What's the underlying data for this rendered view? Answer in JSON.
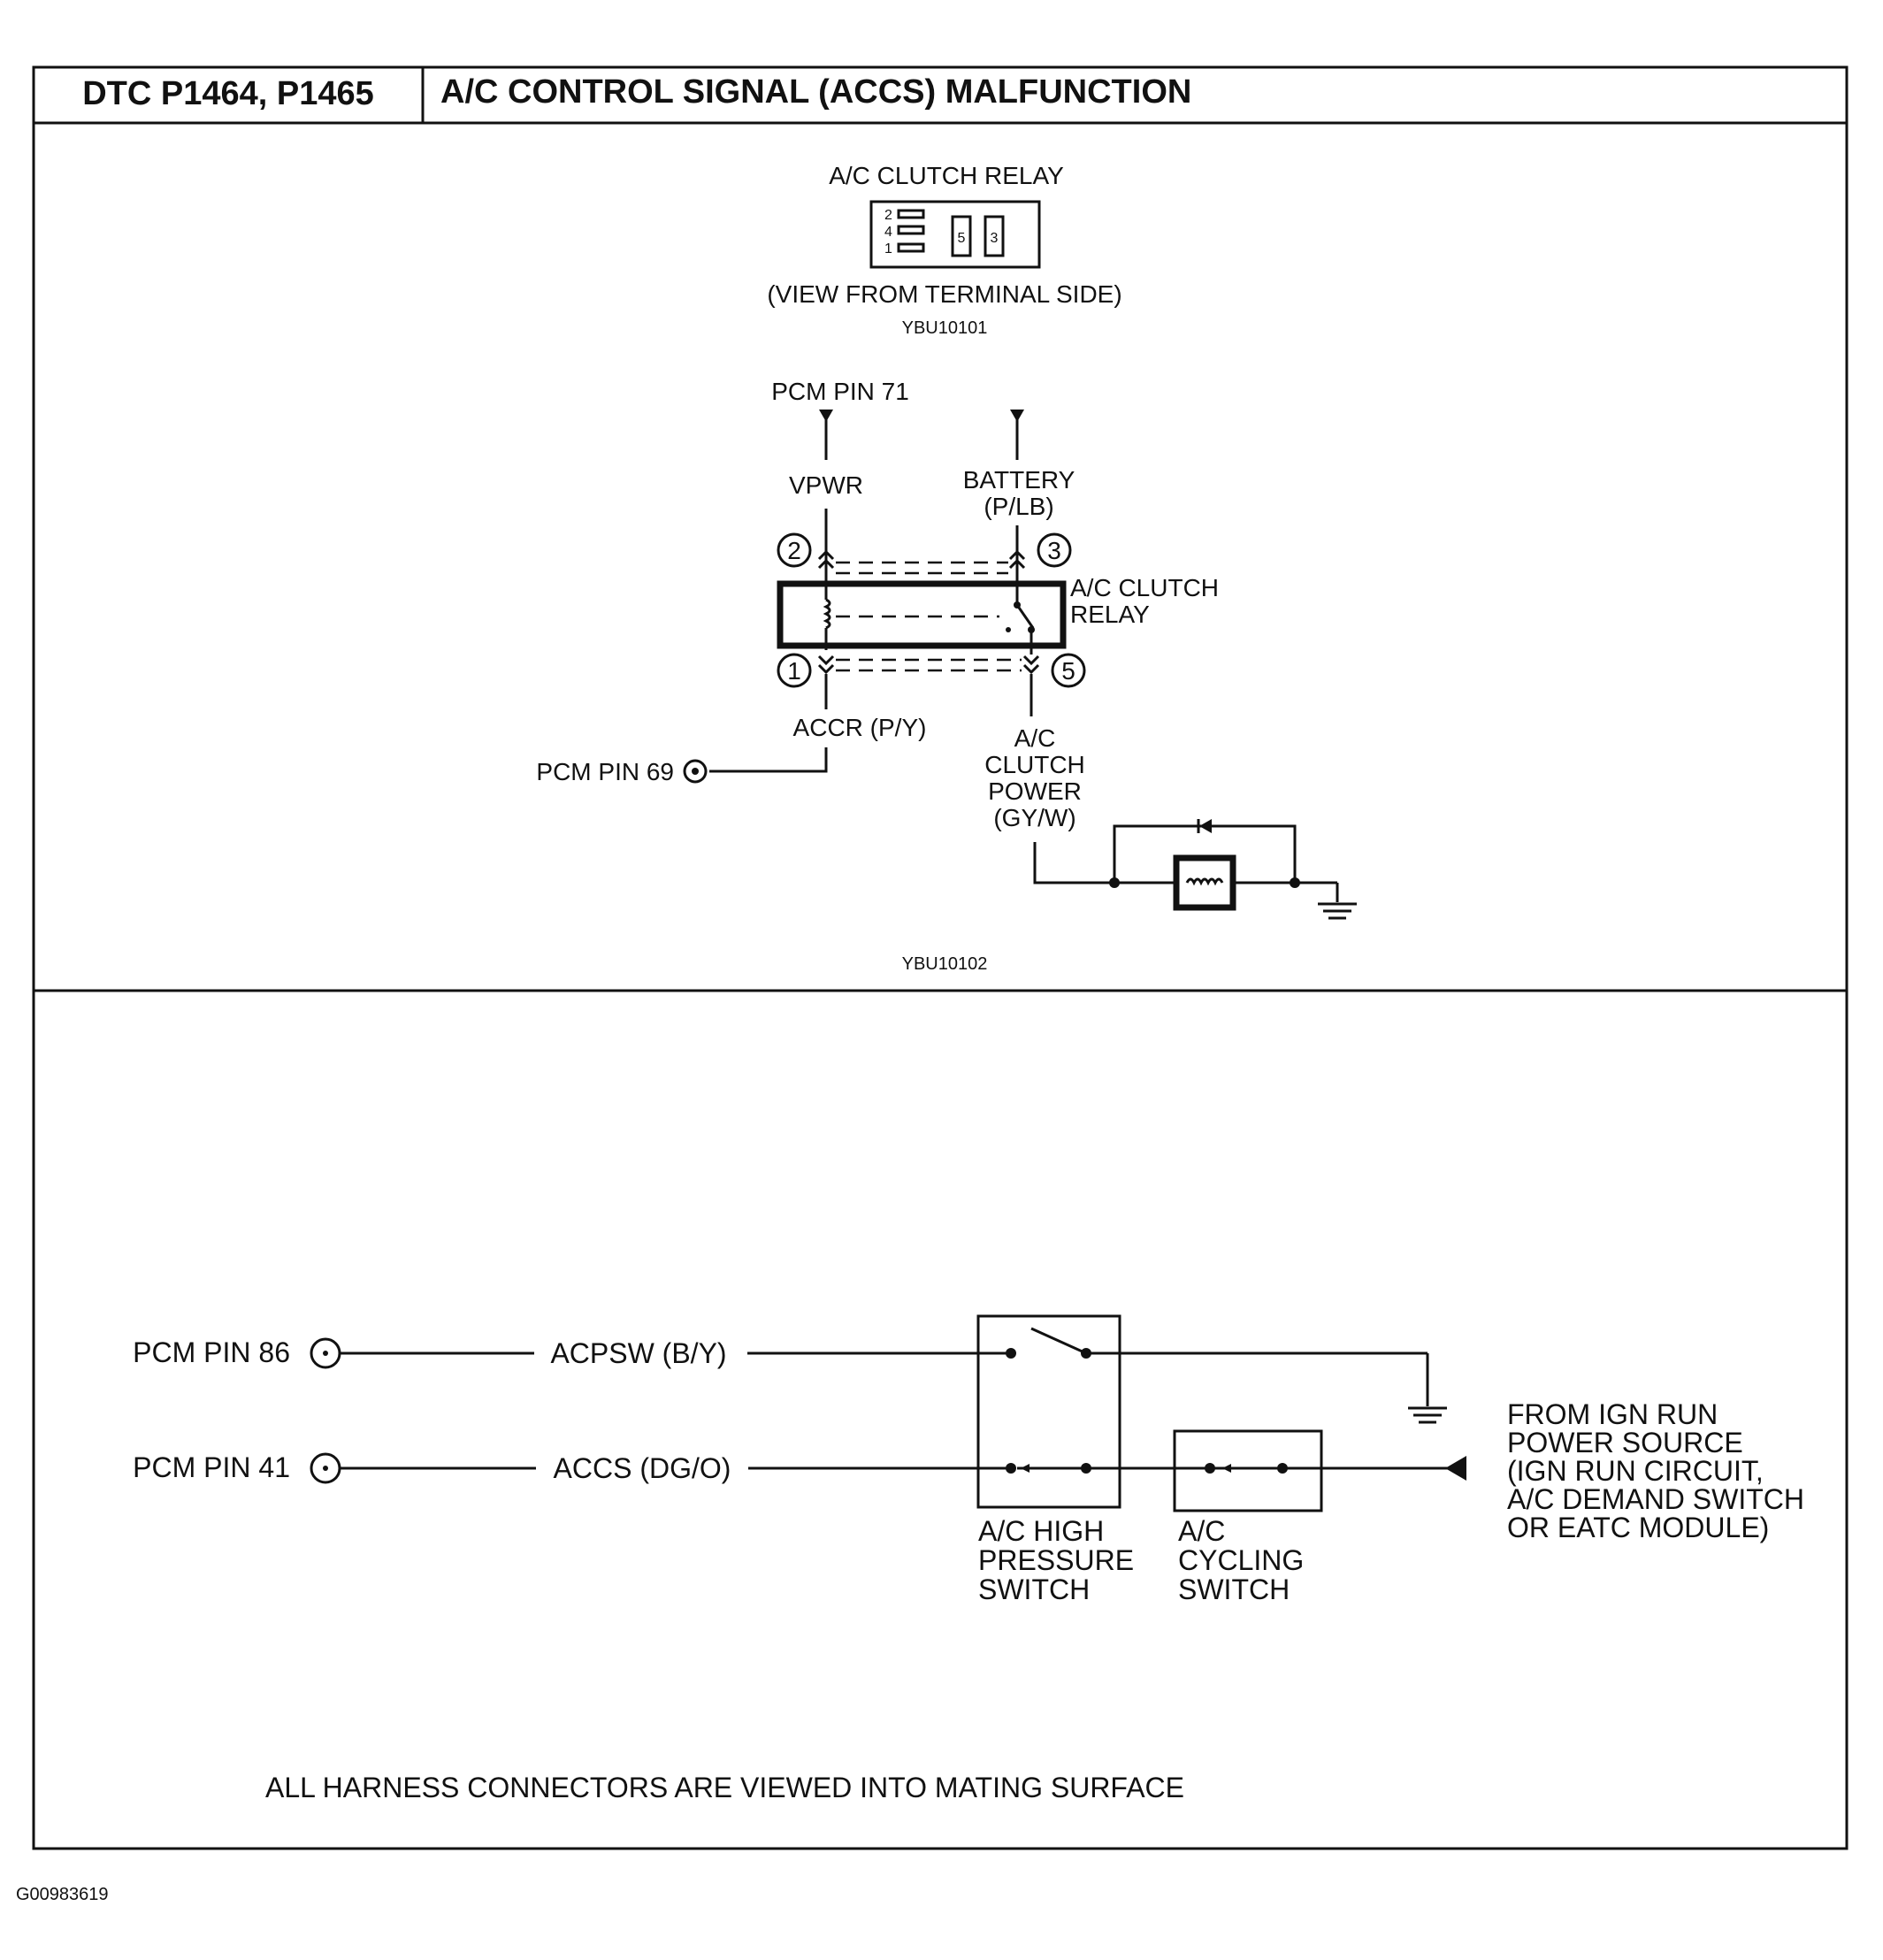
{
  "header": {
    "dtc_codes": "DTC P1464, P1465",
    "title": "A/C CONTROL SIGNAL (ACCS) MALFUNCTION"
  },
  "relay_connector": {
    "title": "A/C CLUTCH RELAY",
    "pins_left": [
      "2",
      "4",
      "1"
    ],
    "pins_right": [
      "5",
      "3"
    ],
    "view_note": "(VIEW FROM TERMINAL SIDE)",
    "figure_id": "YBU10101"
  },
  "relay_circuit": {
    "pcm_pin_71": "PCM PIN 71",
    "vpwr": "VPWR",
    "battery": "BATTERY",
    "battery_color": "(P/LB)",
    "pin_2": "2",
    "pin_3": "3",
    "pin_1": "1",
    "pin_5": "5",
    "relay_label_1": "A/C CLUTCH",
    "relay_label_2": "RELAY",
    "accr": "ACCR (P/Y)",
    "pcm_pin_69": "PCM PIN 69",
    "clutch_power_1": "A/C",
    "clutch_power_2": "CLUTCH",
    "clutch_power_3": "POWER",
    "clutch_power_4": "(GY/W)",
    "figure_id": "YBU10102"
  },
  "switch_circuit": {
    "pcm_pin_86": "PCM PIN 86",
    "acpsw": "ACPSW (B/Y)",
    "pcm_pin_41": "PCM PIN 41",
    "accs": "ACCS (DG/O)",
    "high_pressure_1": "A/C HIGH",
    "high_pressure_2": "PRESSURE",
    "high_pressure_3": "SWITCH",
    "cycling_1": "A/C",
    "cycling_2": "CYCLING",
    "cycling_3": "SWITCH",
    "source_1": "FROM IGN RUN",
    "source_2": "POWER SOURCE",
    "source_3": "(IGN RUN CIRCUIT,",
    "source_4": "A/C DEMAND SWITCH",
    "source_5": "OR EATC MODULE)",
    "footnote": "ALL HARNESS CONNECTORS ARE VIEWED INTO MATING SURFACE"
  },
  "document_id": "G00983619"
}
